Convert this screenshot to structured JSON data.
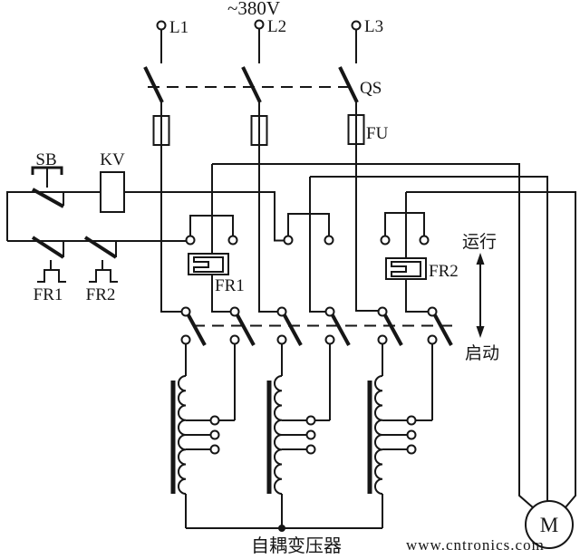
{
  "diagram": {
    "supply_label": "~380V",
    "phases": [
      "L1",
      "L2",
      "L3"
    ],
    "qs_label": "QS",
    "fu_label": "FU",
    "sb_label": "SB",
    "kv_label": "KV",
    "fr1_label": "FR1",
    "fr2_label": "FR2",
    "run_label": "运行",
    "start_label": "启动",
    "transformer_caption": "自耦变压器",
    "motor_label": "M",
    "watermark": "www.cntronics.com",
    "colors": {
      "line": "#161616",
      "watermark": "#aecbbc",
      "background": "#ffffff"
    }
  }
}
